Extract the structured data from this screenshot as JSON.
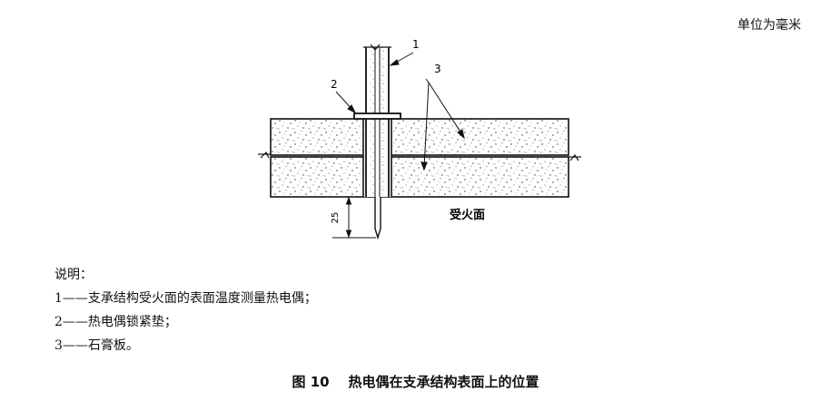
{
  "unit": "单位为毫米",
  "callouts": {
    "one": "1",
    "two": "2",
    "three": "3"
  },
  "dimension": "25",
  "fire_face_label": "受火面",
  "notes": {
    "heading": "说明：",
    "items": [
      "1——支承结构受火面的表面温度测量热电偶；",
      "2——热电偶锁紧垫；",
      "3——石膏板。"
    ]
  },
  "caption": {
    "number": "图 10",
    "title": "热电偶在支承结构表面上的位置"
  }
}
